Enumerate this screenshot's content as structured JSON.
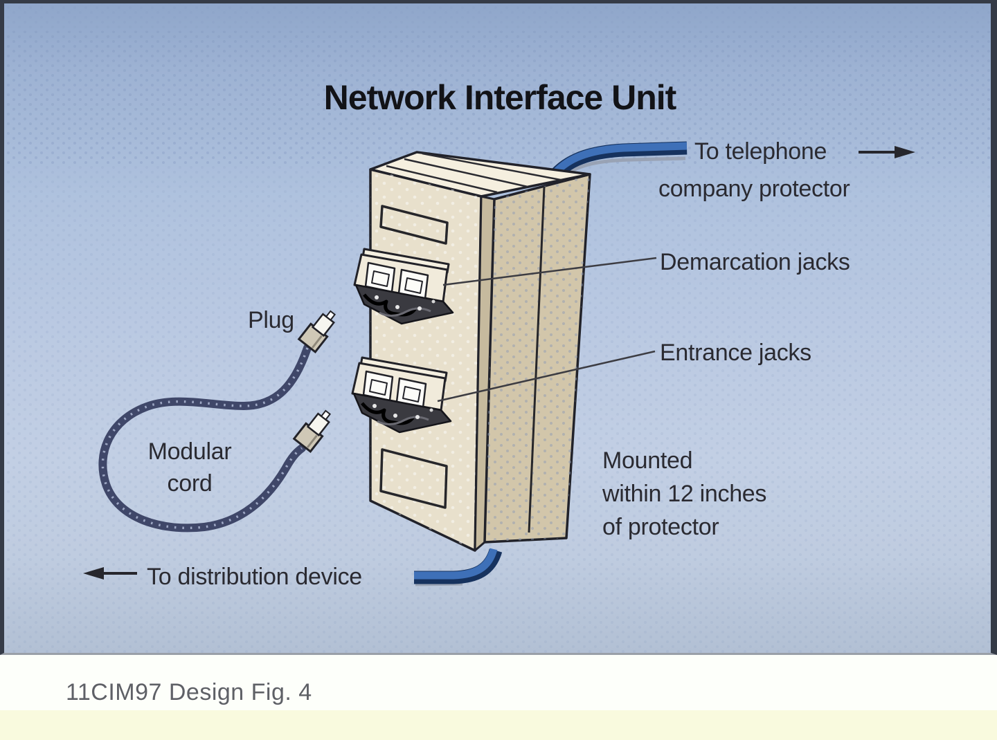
{
  "figure": {
    "title": "Network Interface Unit",
    "caption": "11CIM97 Design Fig. 4",
    "labels": {
      "to_telephone": [
        "To telephone",
        "company protector"
      ],
      "demarcation_jacks": "Demarcation jacks",
      "entrance_jacks": "Entrance jacks",
      "plug": "Plug",
      "modular_cord": [
        "Modular",
        "cord"
      ],
      "mounted": [
        "Mounted",
        "within 12 inches",
        "of protector"
      ],
      "to_distribution": "To distribution device"
    },
    "colors": {
      "background_top": "#8fa6ca",
      "background_light": "#c2cfe4",
      "cable_blue": "#3e70b8",
      "cable_outline": "#16325e",
      "cord_navy": "#3f4769",
      "unit_front": "#e8e0cc",
      "unit_side": "#d2c6aa",
      "unit_top": "#f5efdf",
      "frame_border": "#353b47",
      "caption_bar_yellow": "#f9fade",
      "label_text": "#2a2a31"
    }
  }
}
